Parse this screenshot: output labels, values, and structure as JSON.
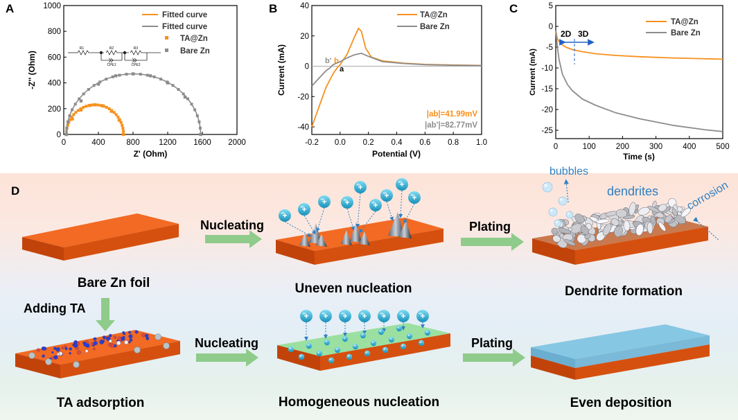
{
  "panels": {
    "a": "A",
    "b": "B",
    "c": "C",
    "d": "D"
  },
  "colors": {
    "ta_zn": "#f7901e",
    "bare_zn": "#8c8c8c",
    "zn_foil": "#e8591a",
    "blue_text": "#2f7fc1",
    "arrow_green": "#8fcb8a",
    "ion": "#2bb5d8",
    "deposit_green": "#9be0a0",
    "even_layer": "#86c7e3"
  },
  "chart_data": [
    {
      "panel": "A",
      "type": "scatter",
      "xlabel": "Z' (Ohm)",
      "ylabel": "-Z'' (Ohm)",
      "xlim": [
        0,
        2000
      ],
      "ylim": [
        0,
        1000
      ],
      "xticks": [
        "0",
        "400",
        "800",
        "1200",
        "1600",
        "2000"
      ],
      "yticks": [
        "0",
        "200",
        "400",
        "600",
        "800",
        "1000"
      ],
      "legend": [
        "Fitted curve",
        "Fitted curve",
        "TA@Zn",
        "Bare Zn"
      ],
      "legend_position": "top-right",
      "circuit_labels": [
        "R1",
        "R2",
        "R3",
        "CPE1",
        "CPE2"
      ],
      "series": [
        {
          "name": "TA@Zn",
          "marker": "square",
          "z_start": 30,
          "z_end": 690,
          "peak": 230,
          "x": [
            30,
            100,
            200,
            300,
            360,
            450,
            550,
            640,
            690
          ],
          "y": [
            0,
            120,
            190,
            225,
            230,
            222,
            180,
            110,
            0
          ]
        },
        {
          "name": "Bare Zn",
          "marker": "square",
          "z_start": 30,
          "z_end": 1580,
          "peak": 470,
          "x": [
            30,
            200,
            400,
            600,
            800,
            1000,
            1200,
            1400,
            1580
          ],
          "y": [
            0,
            260,
            390,
            455,
            470,
            455,
            400,
            290,
            0
          ]
        }
      ]
    },
    {
      "panel": "B",
      "type": "line",
      "xlabel": "Potential (V)",
      "ylabel": "Current (mA)",
      "xlim": [
        -0.2,
        1.0
      ],
      "ylim": [
        -45,
        40
      ],
      "xticks": [
        "-0.2",
        "0.0",
        "0.2",
        "0.4",
        "0.6",
        "0.8",
        "1.0"
      ],
      "yticks": [
        "-40",
        "-20",
        "0",
        "20",
        "40"
      ],
      "legend": [
        "TA@Zn",
        "Bare Zn"
      ],
      "legend_position": "top-right",
      "point_labels": [
        "b'",
        "b",
        "a"
      ],
      "annotations": [
        "|ab|=41.99mV",
        "|ab'|=82.77mV"
      ],
      "series": [
        {
          "name": "TA@Zn",
          "x": [
            -0.2,
            -0.15,
            -0.1,
            -0.05,
            -0.02,
            0.0,
            0.05,
            0.1,
            0.13,
            0.15,
            0.18,
            0.22,
            0.3,
            0.45,
            0.6,
            0.8,
            1.0
          ],
          "y": [
            -40,
            -27,
            -14,
            -5,
            -1,
            1,
            8,
            19,
            25,
            23,
            12,
            6,
            3.5,
            2,
            1.2,
            0.8,
            0.5
          ]
        },
        {
          "name": "Bare Zn",
          "x": [
            -0.2,
            -0.15,
            -0.1,
            -0.07,
            -0.05,
            0.0,
            0.05,
            0.1,
            0.15,
            0.2,
            0.3,
            0.45,
            0.6,
            0.8,
            1.0
          ],
          "y": [
            -13,
            -8,
            -3,
            -1,
            1,
            3,
            5.5,
            7.5,
            8.5,
            6.5,
            3,
            1.8,
            1,
            0.6,
            0.4
          ]
        }
      ]
    },
    {
      "panel": "C",
      "type": "line",
      "xlabel": "Time (s)",
      "ylabel": "Current (mA)",
      "xlim": [
        0,
        500
      ],
      "ylim": [
        -27,
        5
      ],
      "xticks": [
        "0",
        "100",
        "200",
        "300",
        "400",
        "500"
      ],
      "yticks": [
        "5",
        "0",
        "-5",
        "-10",
        "-15",
        "-20",
        "-25"
      ],
      "legend": [
        "TA@Zn",
        "Bare Zn"
      ],
      "legend_position": "top-right",
      "annotations": [
        "2D",
        "3D"
      ],
      "series": [
        {
          "name": "TA@Zn",
          "x": [
            0,
            5,
            15,
            30,
            50,
            80,
            120,
            180,
            250,
            350,
            450,
            500
          ],
          "y": [
            -1,
            -3,
            -4.2,
            -5,
            -5.6,
            -6.1,
            -6.6,
            -7.0,
            -7.3,
            -7.6,
            -7.8,
            -7.9
          ]
        },
        {
          "name": "Bare Zn",
          "x": [
            0,
            5,
            10,
            20,
            35,
            50,
            80,
            120,
            180,
            250,
            350,
            450,
            500
          ],
          "y": [
            -1,
            -5,
            -8,
            -11.5,
            -14,
            -15.5,
            -17.5,
            -19,
            -20.8,
            -22.2,
            -23.8,
            -24.9,
            -25.3
          ]
        }
      ]
    }
  ],
  "schematic": {
    "arrow_nucleating": "Nucleating",
    "arrow_plating": "Plating",
    "adding_ta": "Adding TA",
    "bare_zn_foil": "Bare Zn foil",
    "uneven_nucleation": "Uneven nucleation",
    "dendrite_formation": "Dendrite formation",
    "ta_adsorption": "TA adsorption",
    "homogeneous_nucleation": "Homogeneous nucleation",
    "even_deposition": "Even deposition",
    "bubbles": "bubbles",
    "dendrites": "dendrites",
    "corrosion": "corrosion",
    "ion_symbol": "+"
  }
}
